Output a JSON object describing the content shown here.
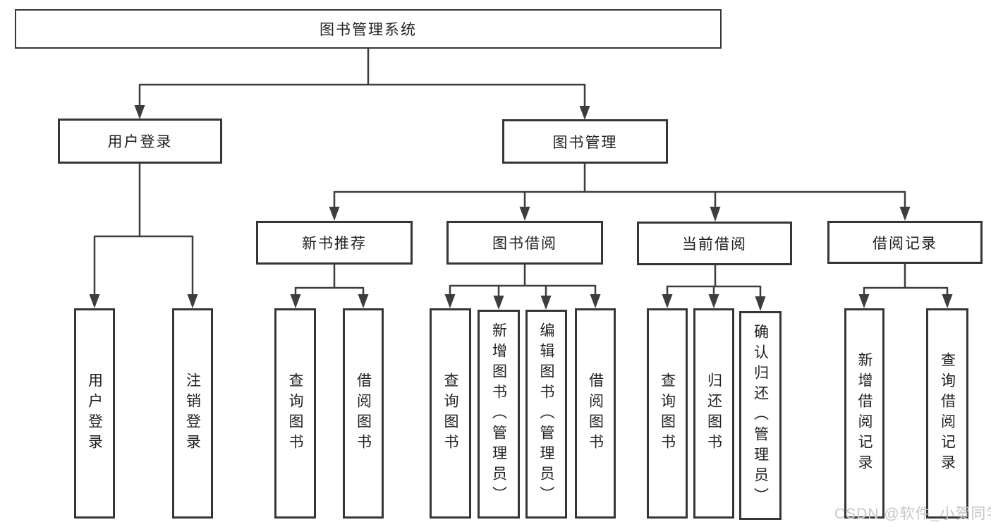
{
  "diagram": {
    "type": "hierarchy-tree",
    "root": {
      "label": "图书管理系统",
      "children": [
        {
          "label": "用户登录",
          "children": [
            {
              "label": "用户登录"
            },
            {
              "label": "注销登录"
            }
          ]
        },
        {
          "label": "图书管理",
          "children": [
            {
              "label": "新书推荐",
              "children": [
                {
                  "label": "查询图书"
                },
                {
                  "label": "借阅图书"
                }
              ]
            },
            {
              "label": "图书借阅",
              "children": [
                {
                  "label": "查询图书"
                },
                {
                  "label": "新增图书（管理员）"
                },
                {
                  "label": "编辑图书（管理员）"
                },
                {
                  "label": "借阅图书"
                }
              ]
            },
            {
              "label": "当前借阅",
              "children": [
                {
                  "label": "查询图书"
                },
                {
                  "label": "归还图书"
                },
                {
                  "label": "确认归还（管理员）"
                }
              ]
            },
            {
              "label": "借阅记录",
              "children": [
                {
                  "label": "新增借阅记录"
                },
                {
                  "label": "查询借阅记录"
                }
              ]
            }
          ]
        }
      ]
    },
    "colors": {
      "box_border": "#363636",
      "connector_line": "#3d3d3d",
      "text": "#222222",
      "watermark_text": "#c6c6c6",
      "background": "#ffffff"
    }
  },
  "watermark": {
    "text": "CSDN @软件_小贺同学"
  }
}
